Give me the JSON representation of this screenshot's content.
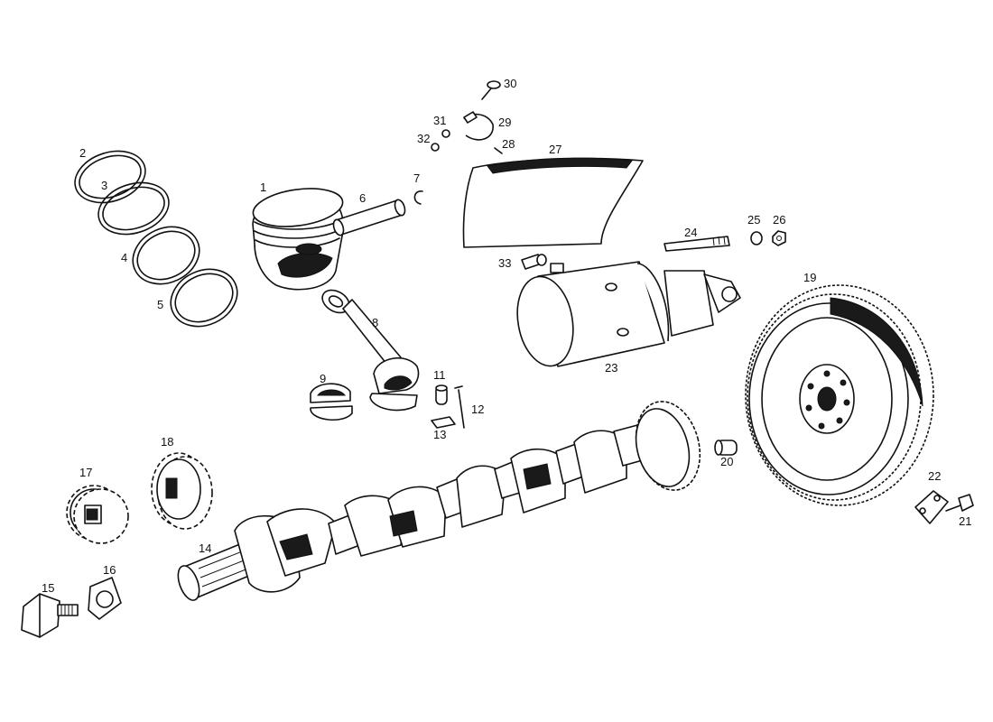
{
  "diagram": {
    "ink_color": "#111111",
    "background": "#ffffff",
    "labels": {
      "p1": "1",
      "p2": "2",
      "p3": "3",
      "p4": "4",
      "p5": "5",
      "p6": "6",
      "p7": "7",
      "p8": "8",
      "p9": "9",
      "p11": "11",
      "p12": "12",
      "p13": "13",
      "p14": "14",
      "p15": "15",
      "p16": "16",
      "p17": "17",
      "p18": "18",
      "p19": "19",
      "p20": "20",
      "p21": "21",
      "p22": "22",
      "p23": "23",
      "p24": "24",
      "p25": "25",
      "p26": "26",
      "p27": "27",
      "p28": "28",
      "p29": "29",
      "p30": "30",
      "p31": "31",
      "p32": "32",
      "p33": "33"
    }
  }
}
